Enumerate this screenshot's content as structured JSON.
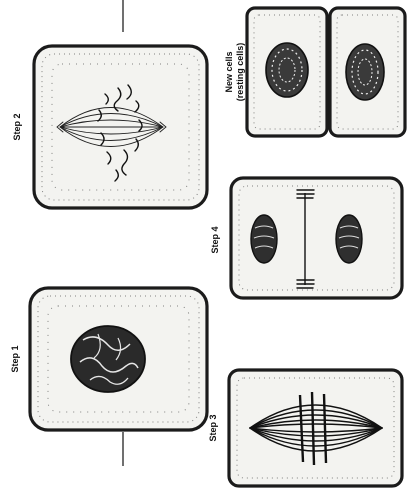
{
  "labels": {
    "step1": "Step 1",
    "step2": "Step 2",
    "step3": "Step 3",
    "step4": "Step 4",
    "new_cells_line1": "New cells",
    "new_cells_line2": "(resting cells)"
  },
  "colors": {
    "ink": "#111111",
    "paper": "#f3f3f0",
    "stipple": "#2a2a2a"
  }
}
